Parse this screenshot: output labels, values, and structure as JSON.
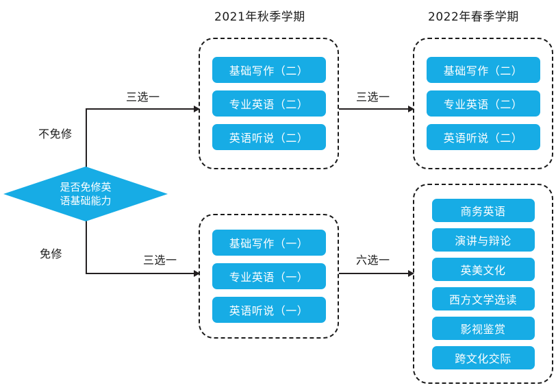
{
  "headers": {
    "fall": "2021年秋季学期",
    "spring": "2022年春季学期"
  },
  "decision": {
    "line1": "是否免修英",
    "line2": "语基础能力",
    "branch_nonexempt": "不免修",
    "branch_exempt": "免修"
  },
  "edges": {
    "pick_three_a": "三选一",
    "pick_three_b": "三选一",
    "pick_three_c": "三选一",
    "pick_six": "六选一"
  },
  "groups": {
    "fall_nonexempt": {
      "courses": [
        "基础写作（二）",
        "专业英语（二）",
        "英语听说（二）"
      ]
    },
    "spring_nonexempt": {
      "courses": [
        "基础写作（二）",
        "专业英语（二）",
        "英语听说（二）"
      ]
    },
    "fall_exempt": {
      "courses": [
        "基础写作（一）",
        "专业英语（一）",
        "英语听说（一）"
      ]
    },
    "spring_elective": {
      "courses": [
        "商务英语",
        "演讲与辩论",
        "英美文化",
        "西方文学选读",
        "影视鉴赏",
        "跨文化交际"
      ]
    }
  },
  "colors": {
    "accent": "#17ace5",
    "line": "#231f20",
    "text": "#1a1a1a",
    "pill_text": "#ffffff"
  }
}
